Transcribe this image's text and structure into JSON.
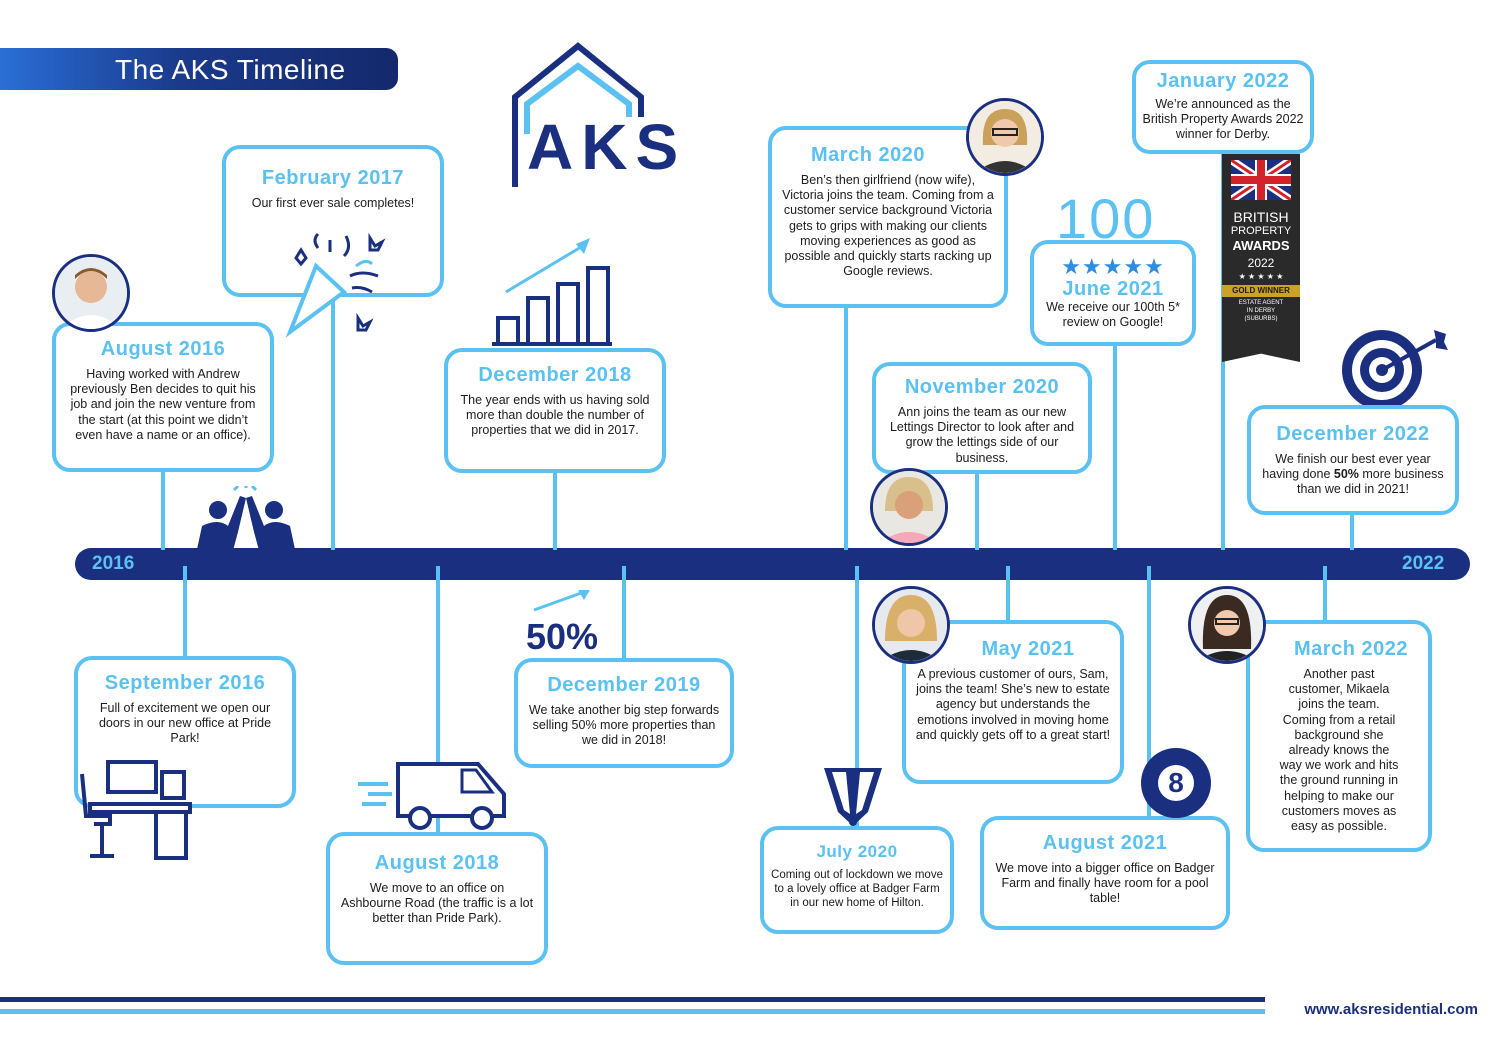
{
  "title": "The AKS Timeline",
  "logo": {
    "text": "AKS"
  },
  "years": {
    "start": "2016",
    "end": "2022"
  },
  "events": {
    "aug2016": {
      "date": "August 2016",
      "text": "Having worked with Andrew previously Ben decides to quit his job and join the new venture from the start (at this point we didn’t even have a name or an office)."
    },
    "sep2016": {
      "date": "September 2016",
      "text": "Full of excitement we open our doors in our new office at Pride Park!"
    },
    "feb2017": {
      "date": "February 2017",
      "text": "Our first ever sale completes!"
    },
    "aug2018": {
      "date": "August 2018",
      "text": "We move to an office on Ashbourne Road (the traffic is a lot better than Pride Park)."
    },
    "dec2018": {
      "date": "December 2018",
      "text": "The year ends with us having sold more than double the number of properties that we did in 2017."
    },
    "dec2019": {
      "date": "December 2019",
      "text": "We take another big step forwards selling 50% more properties than we did in 2018!"
    },
    "mar2020": {
      "date": "March 2020",
      "text": "Ben’s then girlfriend (now wife), Victoria joins the team. Coming from a customer service background Victoria gets to grips with making our clients moving experiences as good as possible and quickly starts racking up Google reviews."
    },
    "jul2020": {
      "date": "July 2020",
      "text": "Coming out of lockdown we move to a lovely office at Badger Farm in our new home of Hilton."
    },
    "nov2020": {
      "date": "November 2020",
      "text": "Ann joins the team as our new Lettings Director to look after and grow the lettings side of our business."
    },
    "may2021": {
      "date": "May 2021",
      "text": "A previous customer of ours, Sam, joins the team! She’s new to estate agency but understands the emotions involved in moving home and quickly gets off to a great start!"
    },
    "jun2021": {
      "date": "June 2021",
      "text": "We receive our 100th 5* review on Google!"
    },
    "aug2021": {
      "date": "August 2021",
      "text": "We move into a bigger office on Badger Farm and finally have room for a pool table!"
    },
    "jan2022": {
      "date": "January 2022",
      "text": "We’re announced as the British Property Awards 2022 winner for Derby."
    },
    "mar2022": {
      "date": "March 2022",
      "text": "Another past customer, Mikaela joins the team. Coming from a retail background she already knows the way we work and hits the ground running in helping to make our customers moves as easy as possible."
    },
    "dec2022": {
      "date": "December 2022",
      "text_before": "We finish our best ever year having done ",
      "text_bold": "50%",
      "text_after": " more business than we did in 2021!"
    }
  },
  "badges": {
    "hundred": "100",
    "stars": "★★★★★",
    "fifty_percent": "50%",
    "pool_ball": "8"
  },
  "award": {
    "line1": "BRITISH",
    "line2": "PROPERTY",
    "line3": "AWARDS",
    "year": "2022",
    "stars": "★ ★ ★ ★ ★",
    "ribbon": "GOLD WINNER",
    "sub1": "ESTATE AGENT",
    "sub2": "IN DERBY",
    "sub3": "(SUBURBS)"
  },
  "footer": {
    "url": "www.aksresidential.com"
  },
  "colors": {
    "navy": "#1b2f80",
    "light_blue": "#5bc1f2",
    "white": "#ffffff"
  }
}
